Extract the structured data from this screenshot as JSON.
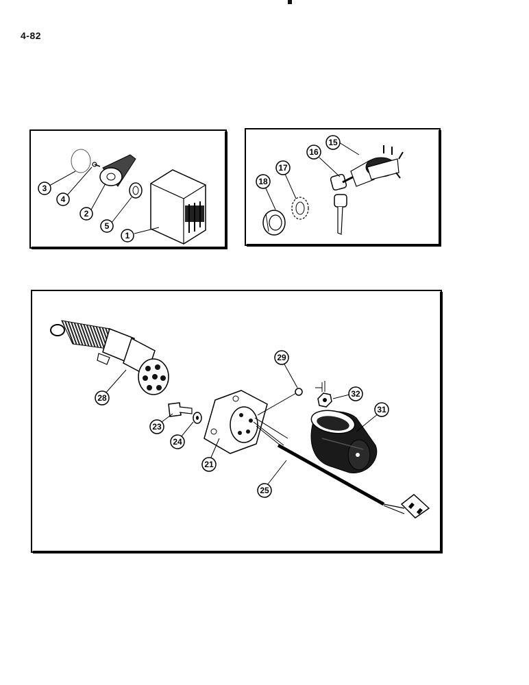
{
  "page": {
    "number": "4-82"
  },
  "panels": {
    "relay": {
      "callouts": {
        "c1": "1",
        "c2": "2",
        "c3": "3",
        "c4": "4",
        "c5": "5"
      }
    },
    "ignition": {
      "callouts": {
        "c15": "15",
        "c16": "16",
        "c17": "17",
        "c18": "18"
      }
    },
    "trailer": {
      "callouts": {
        "c21": "21",
        "c23": "23",
        "c24": "24",
        "c25": "25",
        "c28": "28",
        "c29": "29",
        "c31": "31",
        "c32": "32"
      }
    }
  }
}
